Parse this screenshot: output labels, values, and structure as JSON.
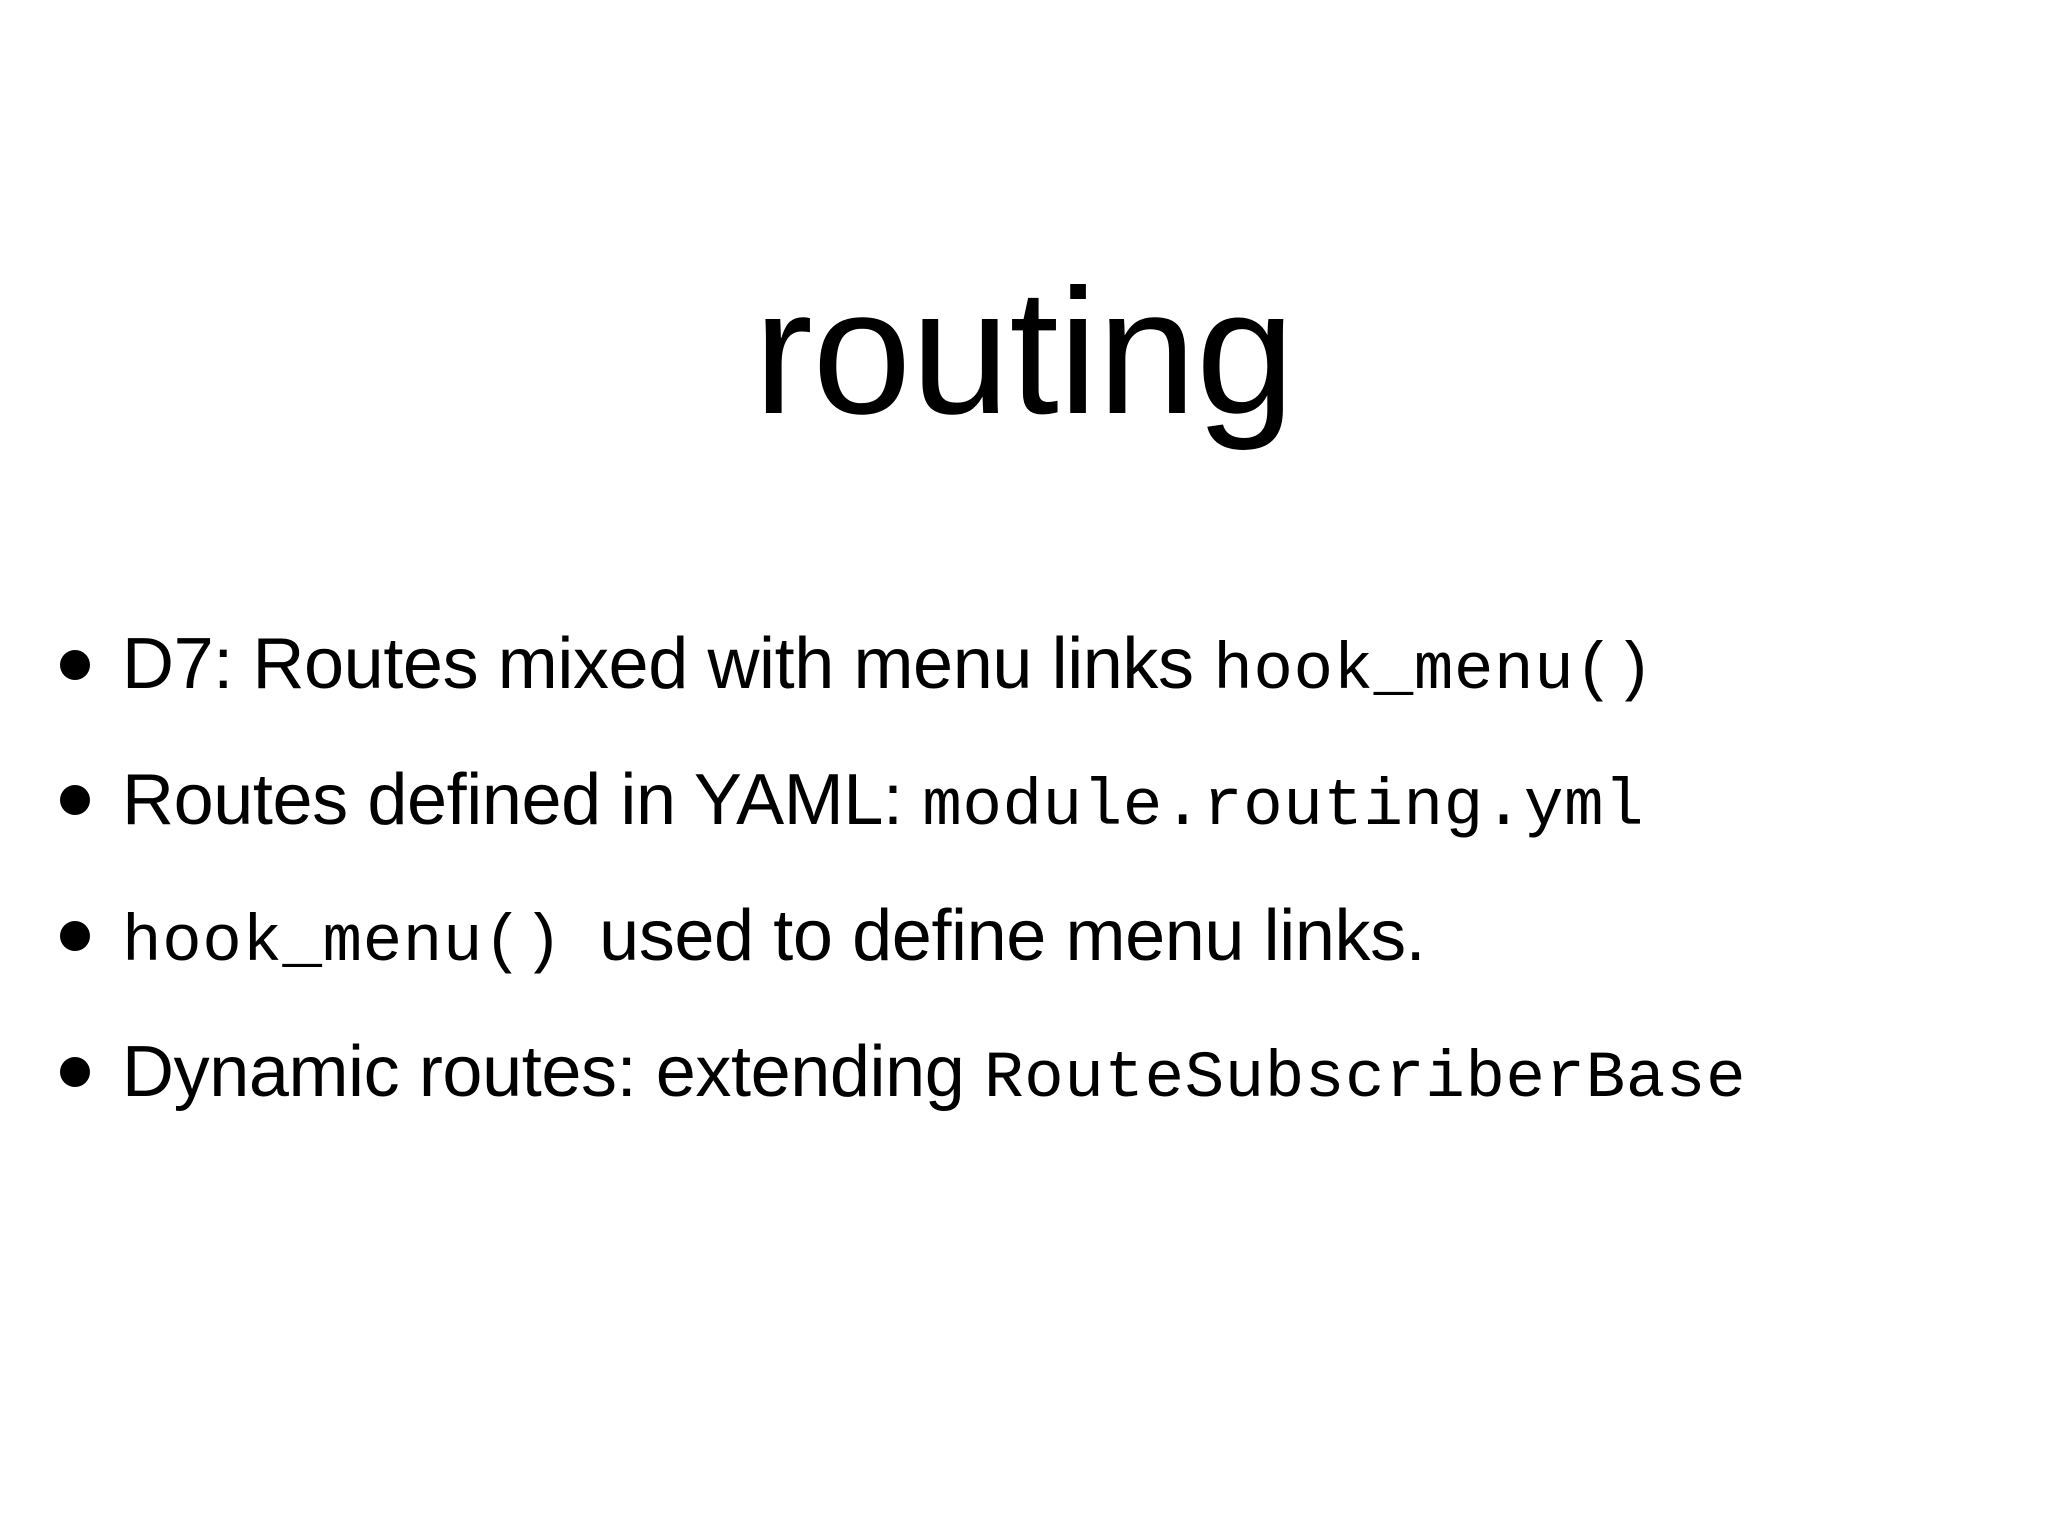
{
  "slide": {
    "title": "routing",
    "background_color": "#ffffff",
    "text_color": "#000000",
    "bullet_glyph": "•",
    "bullets": [
      {
        "id": "d7-routes-mixed",
        "parts": [
          {
            "type": "text",
            "value": "D7: Routes mixed with menu links "
          },
          {
            "type": "code",
            "value": "hook_menu()"
          }
        ],
        "plain": "D7: Routes mixed with menu links hook_menu()"
      },
      {
        "id": "routes-defined-yaml",
        "parts": [
          {
            "type": "text",
            "value": "Routes defined in YAML: "
          },
          {
            "type": "code",
            "value": "module.routing.yml"
          }
        ],
        "plain": "Routes defined in YAML: module.routing.yml"
      },
      {
        "id": "hook-menu-defines-links",
        "parts": [
          {
            "type": "code",
            "value": "hook_menu()"
          },
          {
            "type": "gap",
            "value": " "
          },
          {
            "type": "text",
            "value": "used to define menu links."
          }
        ],
        "plain": "hook_menu()  used to define menu links."
      },
      {
        "id": "dynamic-routes",
        "parts": [
          {
            "type": "text",
            "value": "Dynamic routes: extending "
          },
          {
            "type": "code",
            "value": "RouteSubscriberBase"
          }
        ],
        "plain": "Dynamic routes: extending RouteSubscriberBase"
      }
    ]
  }
}
